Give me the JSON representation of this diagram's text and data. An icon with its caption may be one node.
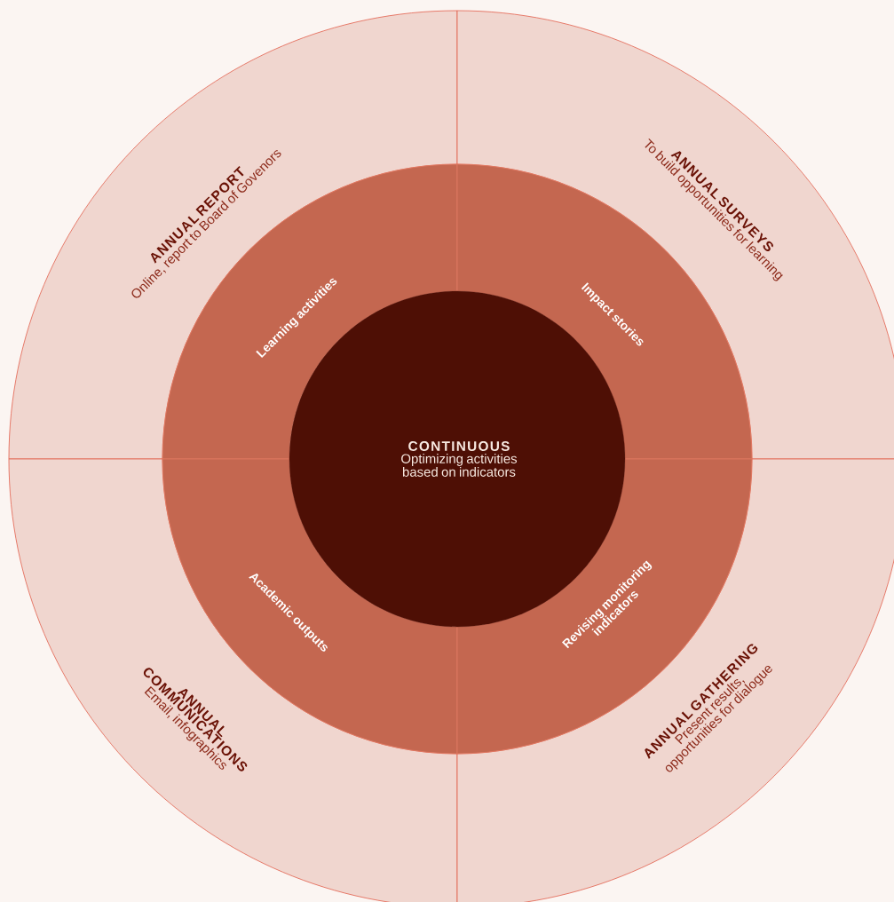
{
  "diagram": {
    "nodes": [
      {
        "text": [
          "ANNUAL REPORT",
          "Online, report to Board of Govenors"
        ]
      },
      {
        "text": [
          "ANNUAL SURVEYS",
          "To build opportunities for learning"
        ]
      },
      {
        "text": [
          "ANNUAL COMMUNICATIONS",
          "Email, infographics"
        ]
      },
      {
        "text": [
          "ANNUAL GATHERING",
          "Present results, opportunities for dialogue"
        ]
      },
      {
        "text": [
          "Learning activities"
        ]
      },
      {
        "text": [
          "Impact stories"
        ]
      },
      {
        "text": [
          "Academic outputs"
        ]
      },
      {
        "text": [
          "Revising monitoring indicators"
        ]
      },
      {
        "text": [
          "CONTINUOUS",
          "Optimizing activities based on indicators"
        ]
      }
    ]
  }
}
